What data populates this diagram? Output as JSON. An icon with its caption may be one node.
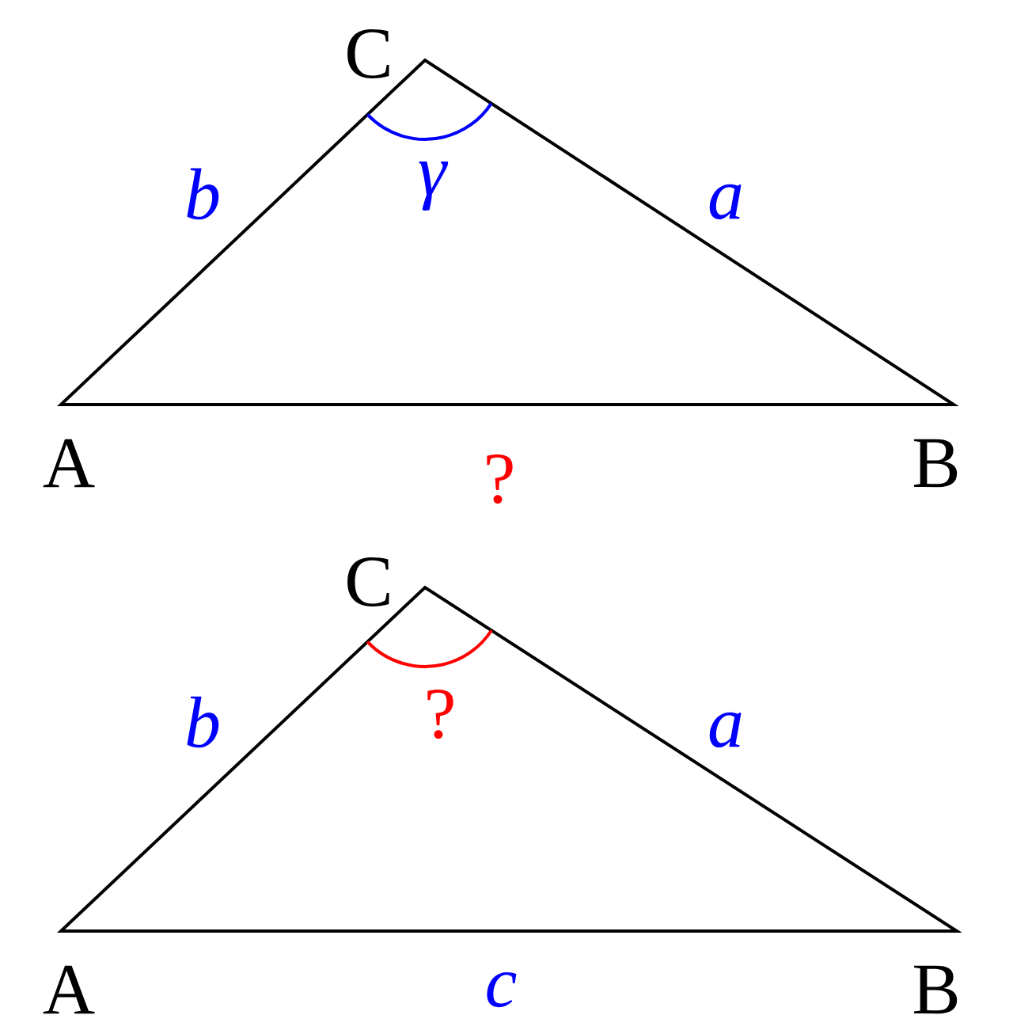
{
  "diagram": {
    "labels": [
      "C",
      "b",
      "γ",
      "a",
      "A",
      "?",
      "B",
      "C",
      "b",
      "?",
      "a",
      "A",
      "c",
      "B"
    ]
  }
}
